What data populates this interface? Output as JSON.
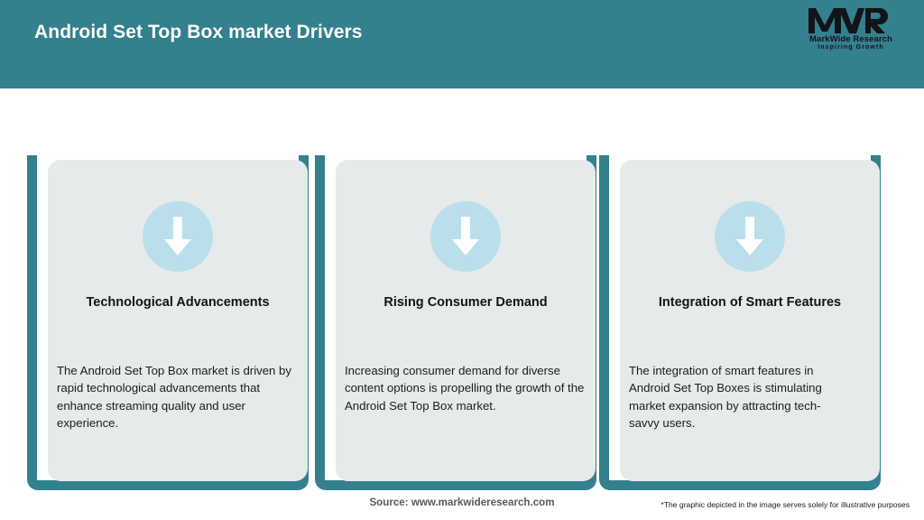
{
  "header": {
    "title": "Android Set Top Box market Drivers",
    "background_color": "#33808f",
    "title_color": "#ffffff"
  },
  "logo": {
    "mark": "MWR",
    "name": "MarkWide Research",
    "tagline": "Inspiring Growth",
    "icon": "mwr-logo-icon"
  },
  "cards": [
    {
      "icon": "down-arrow-icon",
      "title": "Technological Advancements",
      "body": "The Android Set Top Box market is driven by rapid technological advancements that enhance streaming quality and user experience."
    },
    {
      "icon": "down-arrow-icon",
      "title": "Rising Consumer Demand",
      "body": "Increasing consumer demand for diverse content options is propelling the growth of the Android Set Top Box market."
    },
    {
      "icon": "down-arrow-icon",
      "title": "Integration of Smart Features",
      "body": "The integration of smart features in Android Set Top Boxes is stimulating market expansion by attracting tech-savvy users."
    }
  ],
  "footer": {
    "source": "Source: www.markwideresearch.com",
    "disclaimer": "*The graphic depicted in the image serves solely for illustrative purposes"
  },
  "colors": {
    "teal": "#33808f",
    "panel_grey": "#e6eaeb",
    "circle_blue": "#bbdeeb",
    "arrow_white": "#ffffff",
    "source_grey": "#59595b"
  }
}
